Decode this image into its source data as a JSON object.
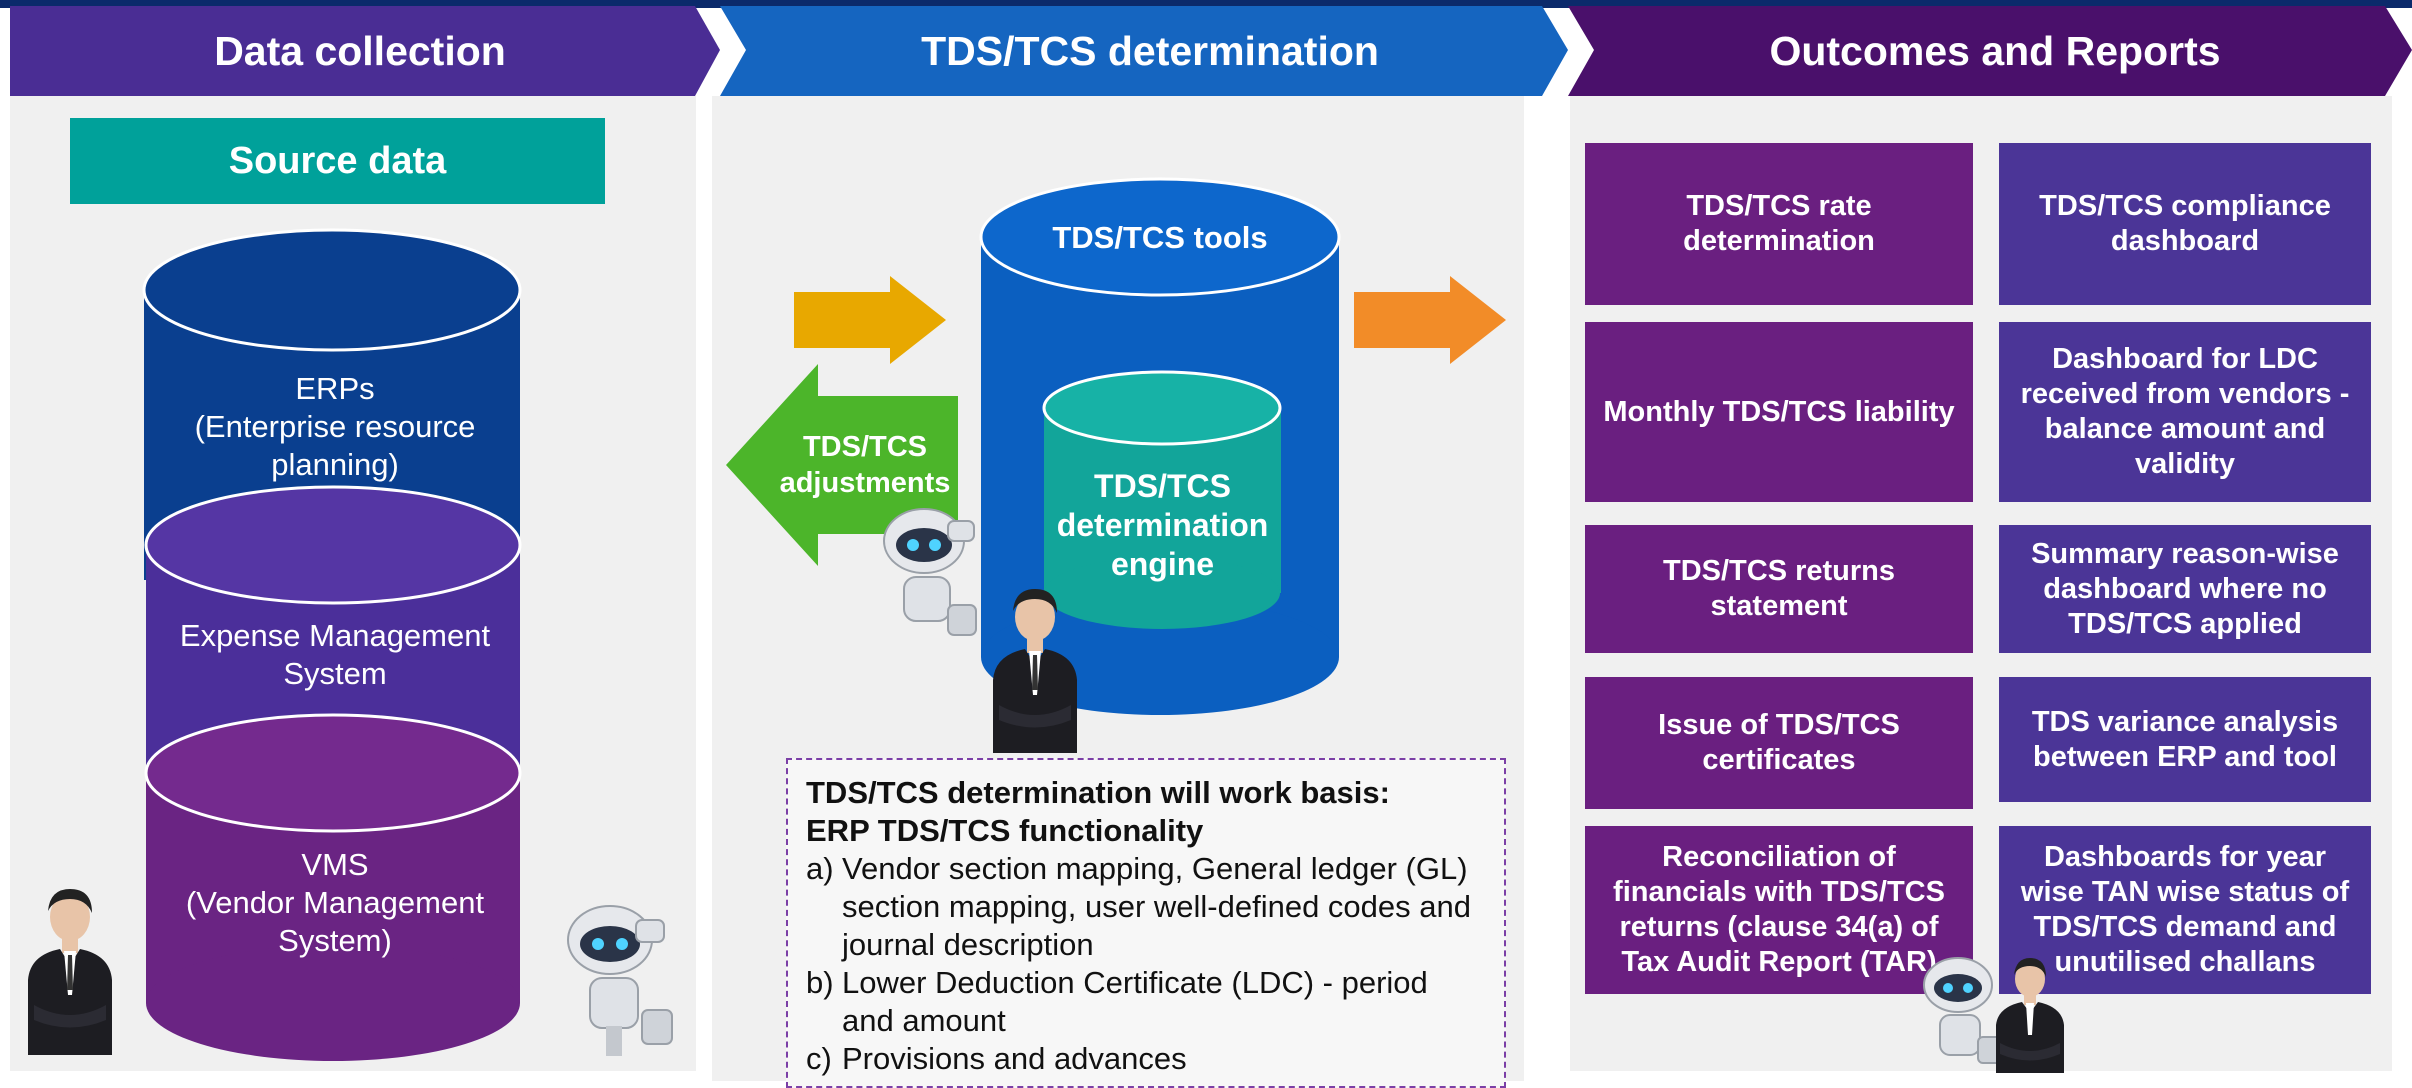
{
  "headers": {
    "left": "Data collection",
    "middle": "TDS/TCS determination",
    "right": "Outcomes and Reports"
  },
  "source_data": {
    "title": "Source data",
    "cylinders": [
      {
        "lines": [
          "ERPs",
          "(Enterprise resource",
          "planning)"
        ]
      },
      {
        "lines": [
          "Expense Management",
          "System"
        ]
      },
      {
        "lines": [
          "VMS",
          "(Vendor Management",
          "System)"
        ]
      }
    ]
  },
  "middle": {
    "tools_label": "TDS/TCS tools",
    "engine_lines": [
      "TDS/TCS",
      "determination",
      "engine"
    ],
    "adjustments_lines": [
      "TDS/TCS",
      "adjustments"
    ],
    "notes": {
      "heading1": "TDS/TCS determination will work basis:",
      "heading2": "ERP TDS/TCS functionality",
      "items": [
        {
          "key": "a)",
          "text": "Vendor section mapping, General ledger (GL) section mapping, user well-defined codes and journal description"
        },
        {
          "key": "b)",
          "text": "Lower Deduction Certificate (LDC) - period and amount"
        },
        {
          "key": "c)",
          "text": "Provisions and advances"
        }
      ]
    }
  },
  "outcomes": [
    {
      "text": "TDS/TCS rate determination",
      "color": "#6a1f80"
    },
    {
      "text": "TDS/TCS compliance dashboard",
      "color": "#4b3597"
    },
    {
      "text": "Monthly TDS/TCS liability",
      "color": "#6a1f80"
    },
    {
      "text": "Dashboard for LDC received from vendors - balance amount and validity",
      "color": "#4b3597"
    },
    {
      "text": "TDS/TCS returns statement",
      "color": "#6a1f80"
    },
    {
      "text": "Summary reason-wise dashboard where no TDS/TCS applied",
      "color": "#4b3597"
    },
    {
      "text": "Issue of TDS/TCS certificates",
      "color": "#6a1f80"
    },
    {
      "text": "TDS variance analysis between ERP and tool",
      "color": "#4b3597"
    },
    {
      "text": "Reconciliation of financials with TDS/TCS returns (clause 34(a) of Tax Audit Report (TAR)",
      "color": "#6a1f80"
    },
    {
      "text": "Dashboards for year wise TAN wise status of TDS/TCS demand and unutilised challans",
      "color": "#4b3597"
    }
  ],
  "colors": {
    "header_left": "#4a2d94",
    "header_middle": "#1565c0",
    "header_right": "#4a106b",
    "source_teal": "#00a19a",
    "erp_blue": "#0a3f8f",
    "ems_purple": "#4b2f9a",
    "vms_purple": "#6a2483",
    "tools_blue": "#0b5fc0",
    "engine_teal": "#12a59a",
    "arrow_yellow": "#e8a800",
    "arrow_orange": "#f28c28",
    "arrow_green": "#4cb52a"
  },
  "icons": [
    "person-icon",
    "robot-icon"
  ]
}
